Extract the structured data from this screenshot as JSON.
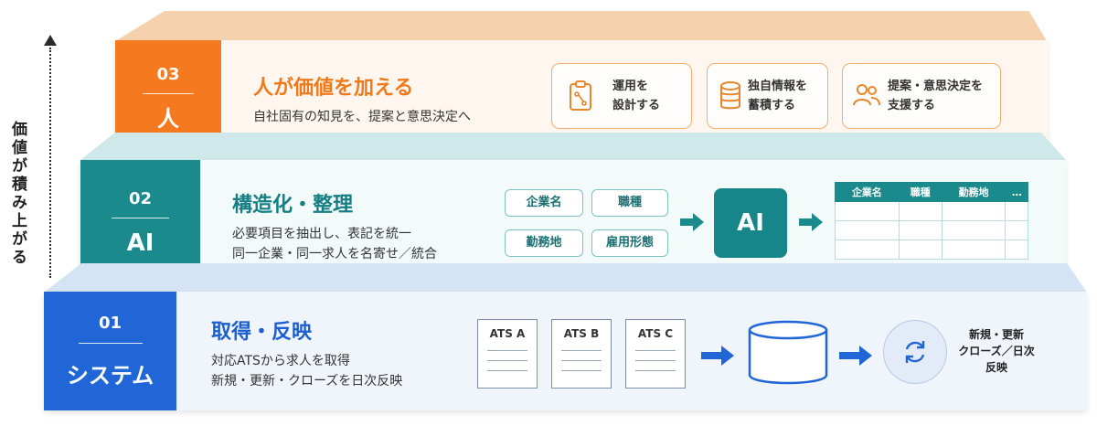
{
  "axis": {
    "label": "価値が積み上がる"
  },
  "layers": {
    "l3": {
      "num": "03",
      "name": "人",
      "title": "人が価値を加える",
      "desc": "自社固有の知見を、提案と意思決定へ",
      "cards": [
        {
          "icon": "clipboard-icon",
          "line1": "運用を",
          "line2": "設計する"
        },
        {
          "icon": "database-icon",
          "line1": "独自情報を",
          "line2": "蓄積する"
        },
        {
          "icon": "users-icon",
          "line1": "提案・意思決定を",
          "line2": "支援する"
        }
      ]
    },
    "l2": {
      "num": "02",
      "name": "AI",
      "title": "構造化・整理",
      "desc1": "必要項目を抽出し、表記を統一",
      "desc2": "同一企業・同一求人を名寄せ／統合",
      "pills": [
        "企業名",
        "職種",
        "勤務地",
        "雇用形態"
      ],
      "ai_label": "AI",
      "table_headers": [
        "企業名",
        "職種",
        "勤務地",
        "…"
      ]
    },
    "l1": {
      "num": "01",
      "name": "システム",
      "title": "取得・反映",
      "desc1": "対応ATSから求人を取得",
      "desc2": "新規・更新・クローズを日次反映",
      "docs": [
        "ATS A",
        "ATS B",
        "ATS C"
      ],
      "note1": "新規・更新",
      "note2": "クローズ／日次",
      "note3": "反映"
    }
  },
  "colors": {
    "layer3_accent": "#f57a1f",
    "layer2_accent": "#1b8a8d",
    "layer1_accent": "#2066d6"
  }
}
